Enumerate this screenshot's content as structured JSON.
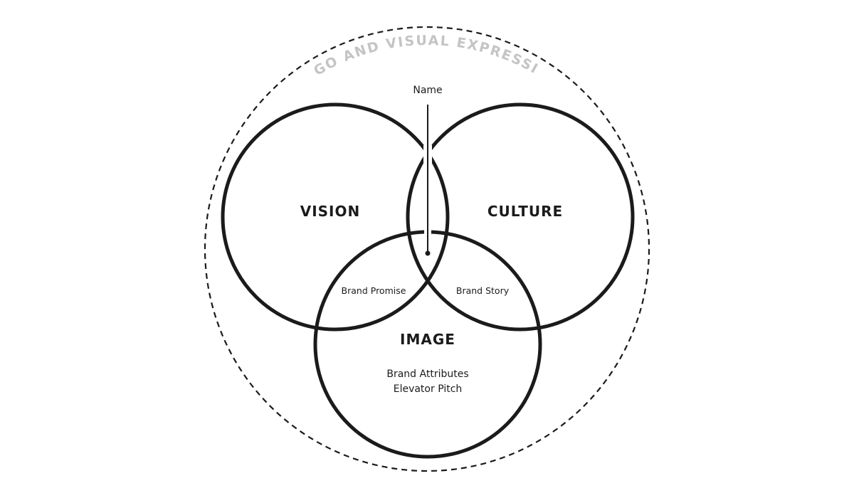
{
  "outer_label": "LOGO AND VISUAL EXPRESSION",
  "pointer_label": "Name",
  "circles": {
    "vision": "VISION",
    "culture": "CULTURE",
    "image": "IMAGE"
  },
  "overlaps": {
    "vision_image": "Brand Promise",
    "culture_image": "Brand Story"
  },
  "image_items": [
    "Brand Attributes",
    "Elevator Pitch"
  ],
  "colors": {
    "stroke": "#1b1b1b",
    "outer_label": "#c4c4c4",
    "background": "#ffffff"
  }
}
